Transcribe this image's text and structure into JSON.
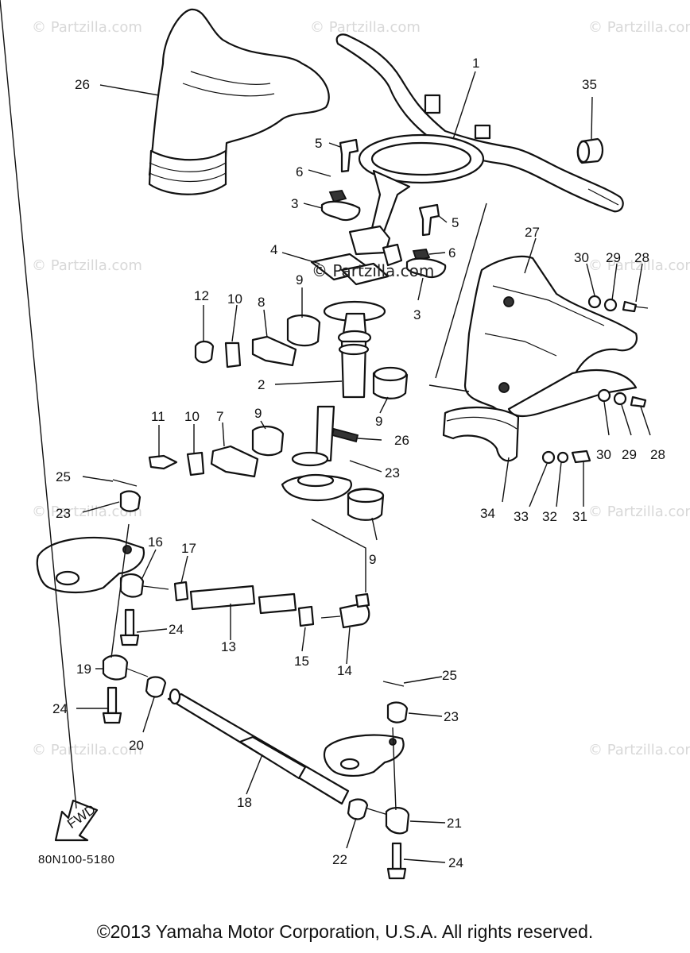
{
  "diagram": {
    "part_code": "80N100-5180",
    "copyright": "©2013 Yamaha Motor Corporation, U.S.A. All rights reserved.",
    "center_watermark": "© Partzilla.com",
    "watermark_text": "© Partzilla.com",
    "fwd_label": "FWD",
    "callouts": {
      "c1": "1",
      "c2": "2",
      "c3a": "3",
      "c3b": "3",
      "c4": "4",
      "c5a": "5",
      "c5b": "5",
      "c6a": "6",
      "c6b": "6",
      "c7": "7",
      "c8": "8",
      "c9a": "9",
      "c9b": "9",
      "c9c": "9",
      "c9d": "9",
      "c10a": "10",
      "c10b": "10",
      "c11": "11",
      "c12": "12",
      "c13": "13",
      "c14": "14",
      "c15": "15",
      "c16": "16",
      "c17": "17",
      "c18": "18",
      "c19": "19",
      "c20": "20",
      "c21": "21",
      "c22": "22",
      "c23a": "23",
      "c23b": "23",
      "c23c": "23",
      "c24a": "24",
      "c24b": "24",
      "c24c": "24",
      "c25a": "25",
      "c25b": "25",
      "c26a": "26",
      "c26b": "26",
      "c27": "27",
      "c28a": "28",
      "c28b": "28",
      "c29a": "29",
      "c29b": "29",
      "c30a": "30",
      "c30b": "30",
      "c31": "31",
      "c32": "32",
      "c33": "33",
      "c34": "34",
      "c35": "35"
    }
  }
}
